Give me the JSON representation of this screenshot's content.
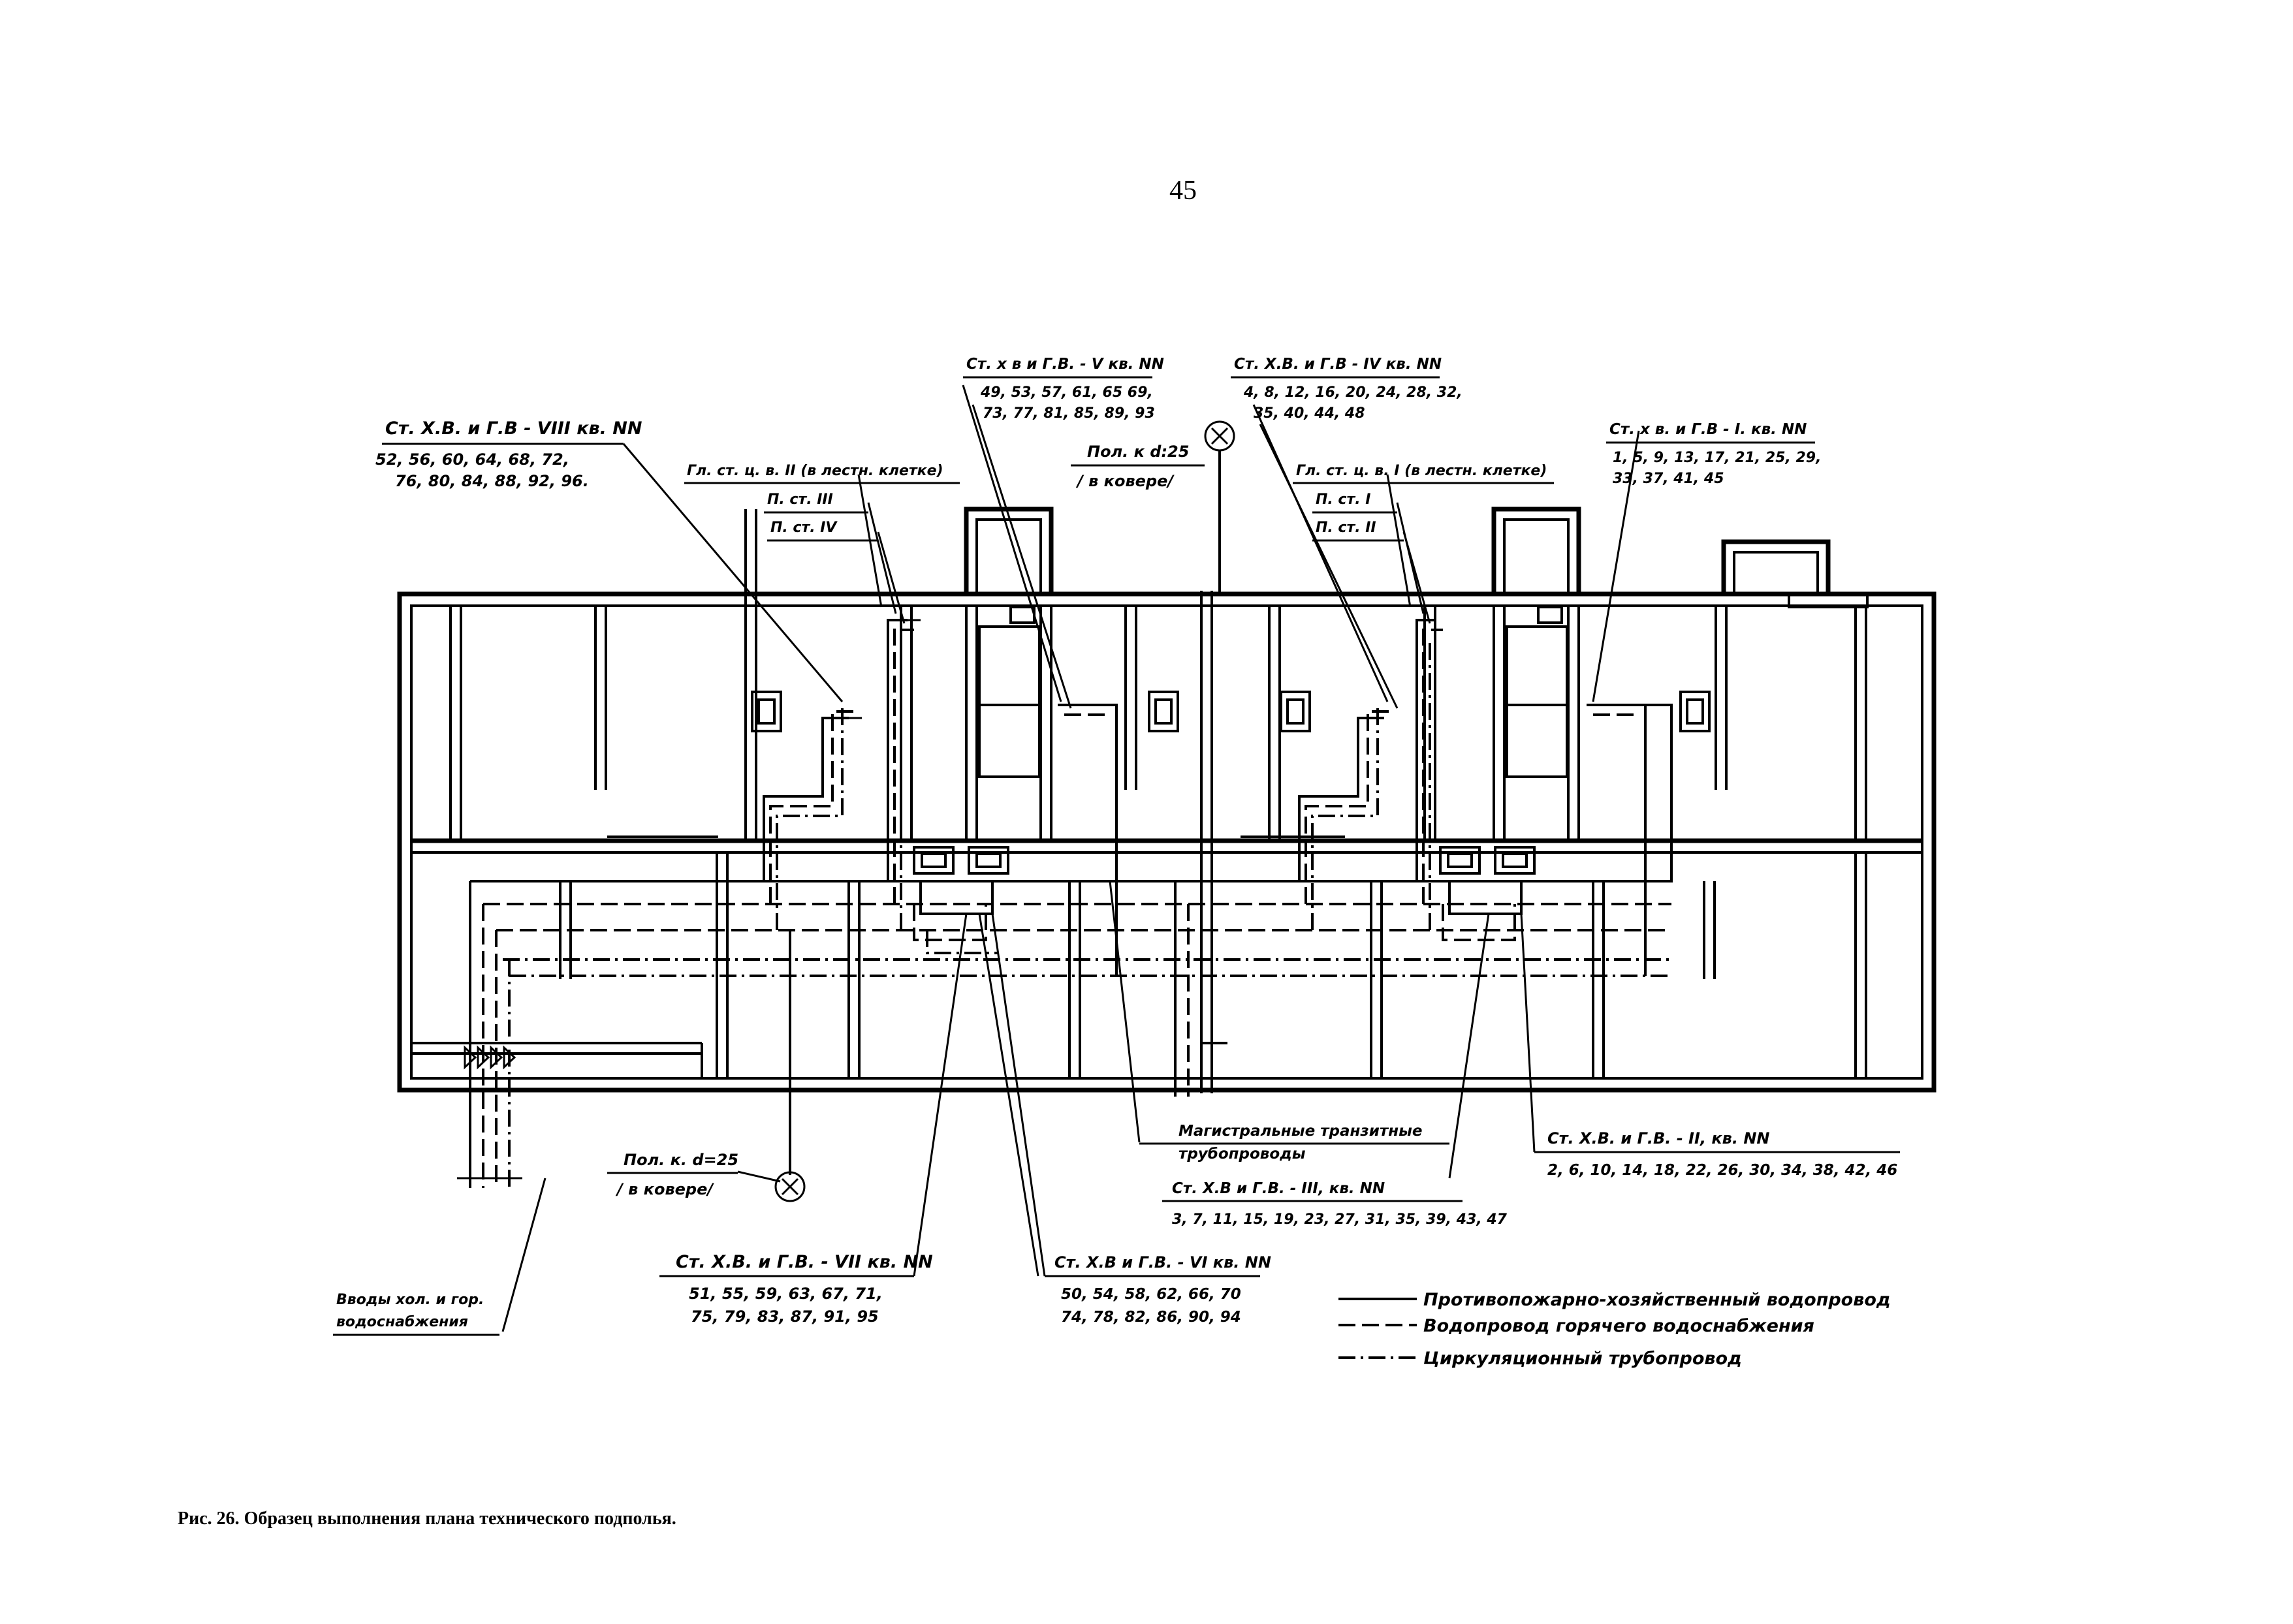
{
  "page_number": "45",
  "caption": "Рис. 26. Образец выполнения плана технического подполья.",
  "labels": {
    "st_viii_title": "Ст. Х.В. и Г.В - VIII кв. NN",
    "st_viii_l1": "52, 56, 60, 64, 68, 72,",
    "st_viii_l2": "76, 80, 84, 88, 92, 96.",
    "st_v_title": "Ст. х в и Г.В. - V кв. NN",
    "st_v_l1": "49, 53, 57, 61, 65 69,",
    "st_v_l2": "73, 77, 81, 85, 89, 93",
    "st_iv_title": "Ст. Х.В. и Г.В - IV кв. NN",
    "st_iv_l1": "4, 8, 12, 16, 20, 24, 28, 32,",
    "st_iv_l2": "35, 40, 44, 48",
    "st_i_title": "Ст. х в. и Г.В - I. кв. NN",
    "st_i_l1": "1, 5, 9, 13, 17, 21, 25, 29,",
    "st_i_l2": "33, 37, 41, 45",
    "gl_st_ii": "Гл. ст. ц. в. II (в лестн. клетке)",
    "p_st_iii": "П. ст. III",
    "p_st_iv": "П. ст. IV",
    "pol_k_top_1": "Пол. к d:25",
    "pol_k_top_2": "/ в ковере/",
    "gl_st_i": "Гл. ст. ц. в. I (в лестн. клетке)",
    "p_st_i": "П. ст. I",
    "p_st_ii": "П. ст. II",
    "magistral_1": "Магистральные транзитные",
    "magistral_2": "трубопроводы",
    "st_ii_a_title": "Ст. Х.В. и Г.В. - II, кв. NN",
    "st_ii_a_nums": "2, 6, 10, 14, 18, 22, 26, 30, 34, 38, 42, 46",
    "pol_k_bot_1": "Пол. к. d=25",
    "pol_k_bot_2": "/ в ковере/",
    "st_iii_title": "Ст. Х.В и Г.В. - III, кв. NN",
    "st_iii_nums": "3, 7, 11, 15, 19, 23, 27, 31, 35, 39, 43, 47",
    "st_vii_title": "Ст. Х.В. и Г.В. - VII кв. NN",
    "st_vii_l1": "51, 55, 59, 63, 67, 71,",
    "st_vii_l2": "75, 79, 83, 87, 91, 95",
    "st_vi_title": "Ст. Х.В и Г.В. - VI кв. NN",
    "st_vi_l1": "50, 54, 58, 62, 66, 70",
    "st_vi_l2": "74, 78, 82, 86, 90, 94",
    "vvody_1": "Вводы хол. и гор.",
    "vvody_2": "водоснабжения"
  },
  "legend": [
    {
      "line": "solid",
      "text": "Противопожарно-хозяйственный водопровод"
    },
    {
      "line": "dashed",
      "text": "Водопровод горячего водоснабжения"
    },
    {
      "line": "dash-dot",
      "text": "Циркуляционный трубопровод"
    }
  ]
}
